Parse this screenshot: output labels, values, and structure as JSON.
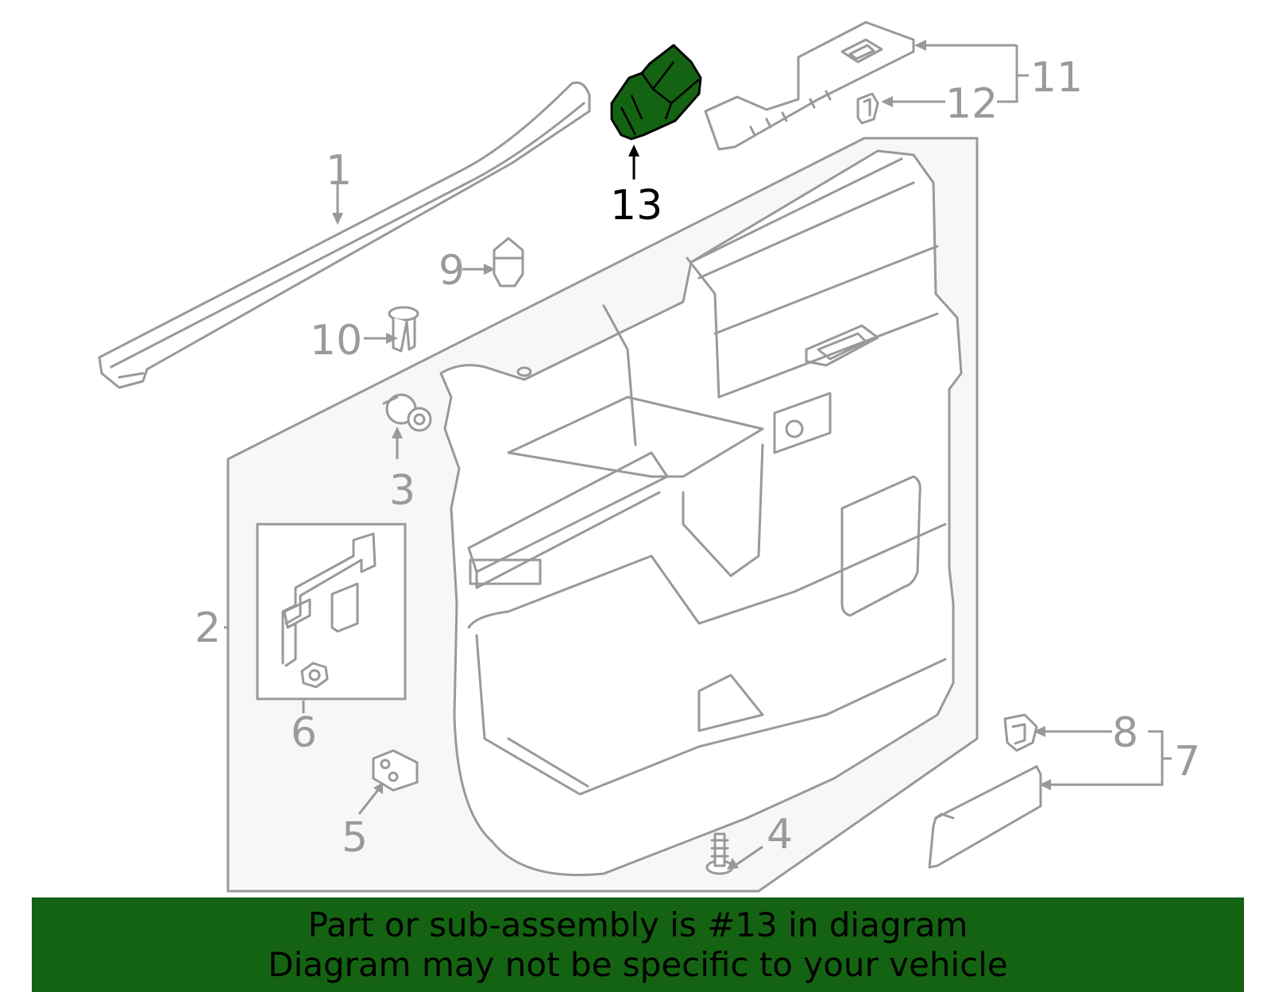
{
  "callouts": {
    "c1": "1",
    "c2": "2",
    "c3": "3",
    "c4": "4",
    "c5": "5",
    "c6": "6",
    "c7": "7",
    "c8": "8",
    "c9": "9",
    "c10": "10",
    "c11": "11",
    "c12": "12",
    "c13": "13"
  },
  "highlight": {
    "part": "13",
    "color": "#146312"
  },
  "banner": {
    "line1": "Part or sub-assembly is #13 in diagram",
    "line2": "Diagram may not be specific to your vehicle",
    "background": "#146312"
  }
}
